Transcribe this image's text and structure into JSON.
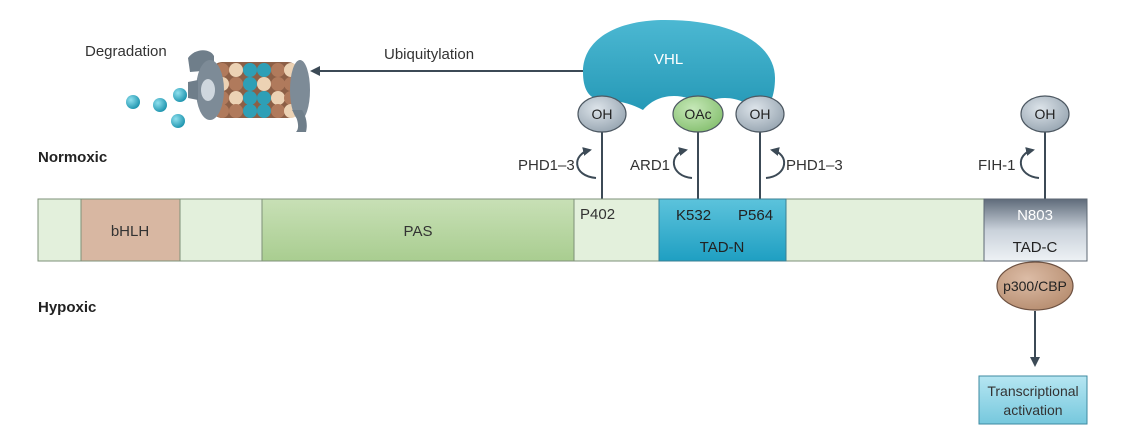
{
  "rows": {
    "normoxic": "Normoxic",
    "hypoxic": "Hypoxic"
  },
  "process": {
    "degradation": "Degradation",
    "ubiquitylation": "Ubiquitylation"
  },
  "complex": {
    "vhl": "VHL"
  },
  "modifications": {
    "oh_p402": "OH",
    "oac_k532": "OAc",
    "oh_p564": "OH",
    "oh_n803": "OH"
  },
  "enzymes": {
    "phd_left": "PHD1–3",
    "ard1": "ARD1",
    "phd_right": "PHD1–3",
    "fih1": "FIH-1"
  },
  "domains": {
    "bhlh": "bHLH",
    "pas": "PAS",
    "tad_n": "TAD-N",
    "tad_c": "TAD-C"
  },
  "residues": {
    "p402": "P402",
    "k532": "K532",
    "p564": "P564",
    "n803": "N803"
  },
  "coactivator": "p300/CBP",
  "output": {
    "line1": "Transcriptional",
    "line2": "activation"
  },
  "colors": {
    "protein_bar": "#e3f0dc",
    "bhlh": "#d9b9a4",
    "pas": "#bcd8a8",
    "tad_n": "#3bb0cd",
    "tad_c": "#8892a0",
    "vhl": "#34a8c4",
    "oh_circle": "#aab6c0",
    "oac_circle": "#9cd08a",
    "p300": "#c49a7e",
    "transcription_box": "#8fd4e6",
    "arrow": "#3c4a56",
    "proteasome_teal": "#2e9fb6",
    "proteasome_brown": "#b07a5c",
    "proteasome_cream": "#ecd2b4"
  }
}
